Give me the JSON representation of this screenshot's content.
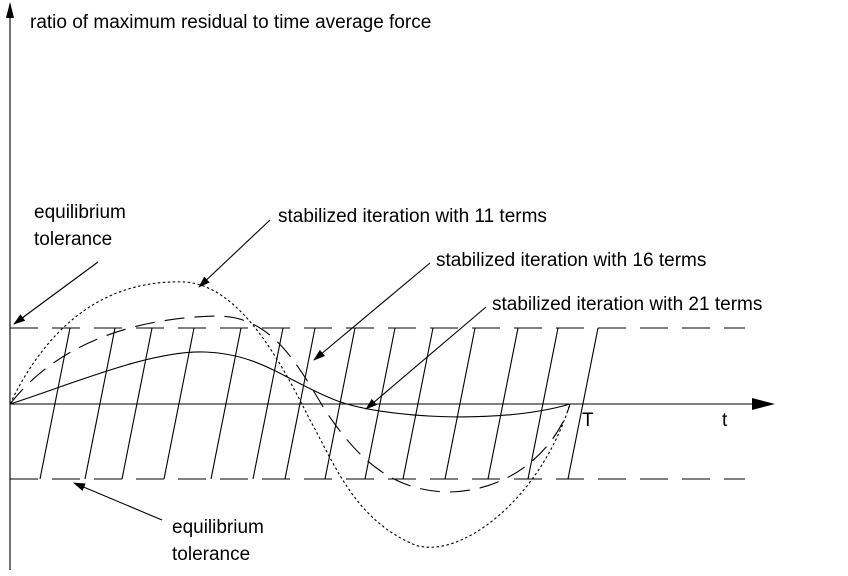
{
  "y_axis_label": "ratio of maximum residual to time average force",
  "x_axis_label": "t",
  "period_label": "T",
  "tolerance_label_top": [
    "equilibrium",
    "tolerance"
  ],
  "tolerance_label_bottom": [
    "equilibrium",
    "tolerance"
  ],
  "curve_labels": {
    "terms_11": "stabilized iteration with 11 terms",
    "terms_16": "stabilized iteration with 16 terms",
    "terms_21": "stabilized iteration with 21 terms"
  }
}
